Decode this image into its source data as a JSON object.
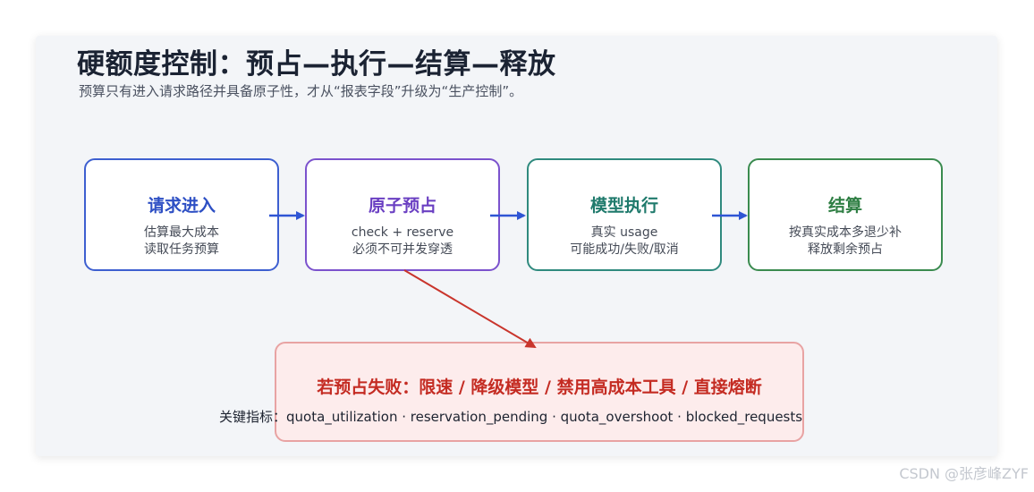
{
  "header": {
    "title": "硬额度控制：预占—执行—结算—释放",
    "subtitle": "预算只有进入请求路径并具备原子性，才从“报表字段”升级为“生产控制”。"
  },
  "steps": [
    {
      "title": "请求进入",
      "lines": [
        "估算最大成本",
        "读取任务预算"
      ],
      "color": "#3d5fd0"
    },
    {
      "title": "原子预占",
      "lines": [
        "check + reserve",
        "必须不可并发穿透"
      ],
      "color": "#7b52cd"
    },
    {
      "title": "模型执行",
      "lines": [
        "真实 usage",
        "可能成功/失败/取消"
      ],
      "color": "#2f8a7e"
    },
    {
      "title": "结算",
      "lines": [
        "按真实成本多退少补",
        "释放剩余预占"
      ],
      "color": "#3a8b4f"
    }
  ],
  "failure": {
    "title": "若预占失败：限速 / 降级模型 / 禁用高成本工具 / 直接熔断",
    "metrics": "关键指标：quota_utilization · reservation_pending · quota_overshoot · blocked_requests"
  },
  "colors": {
    "flow_arrow": "#2f55d4",
    "failure_arrow": "#c9352c"
  },
  "watermark": "CSDN @张彦峰ZYF"
}
